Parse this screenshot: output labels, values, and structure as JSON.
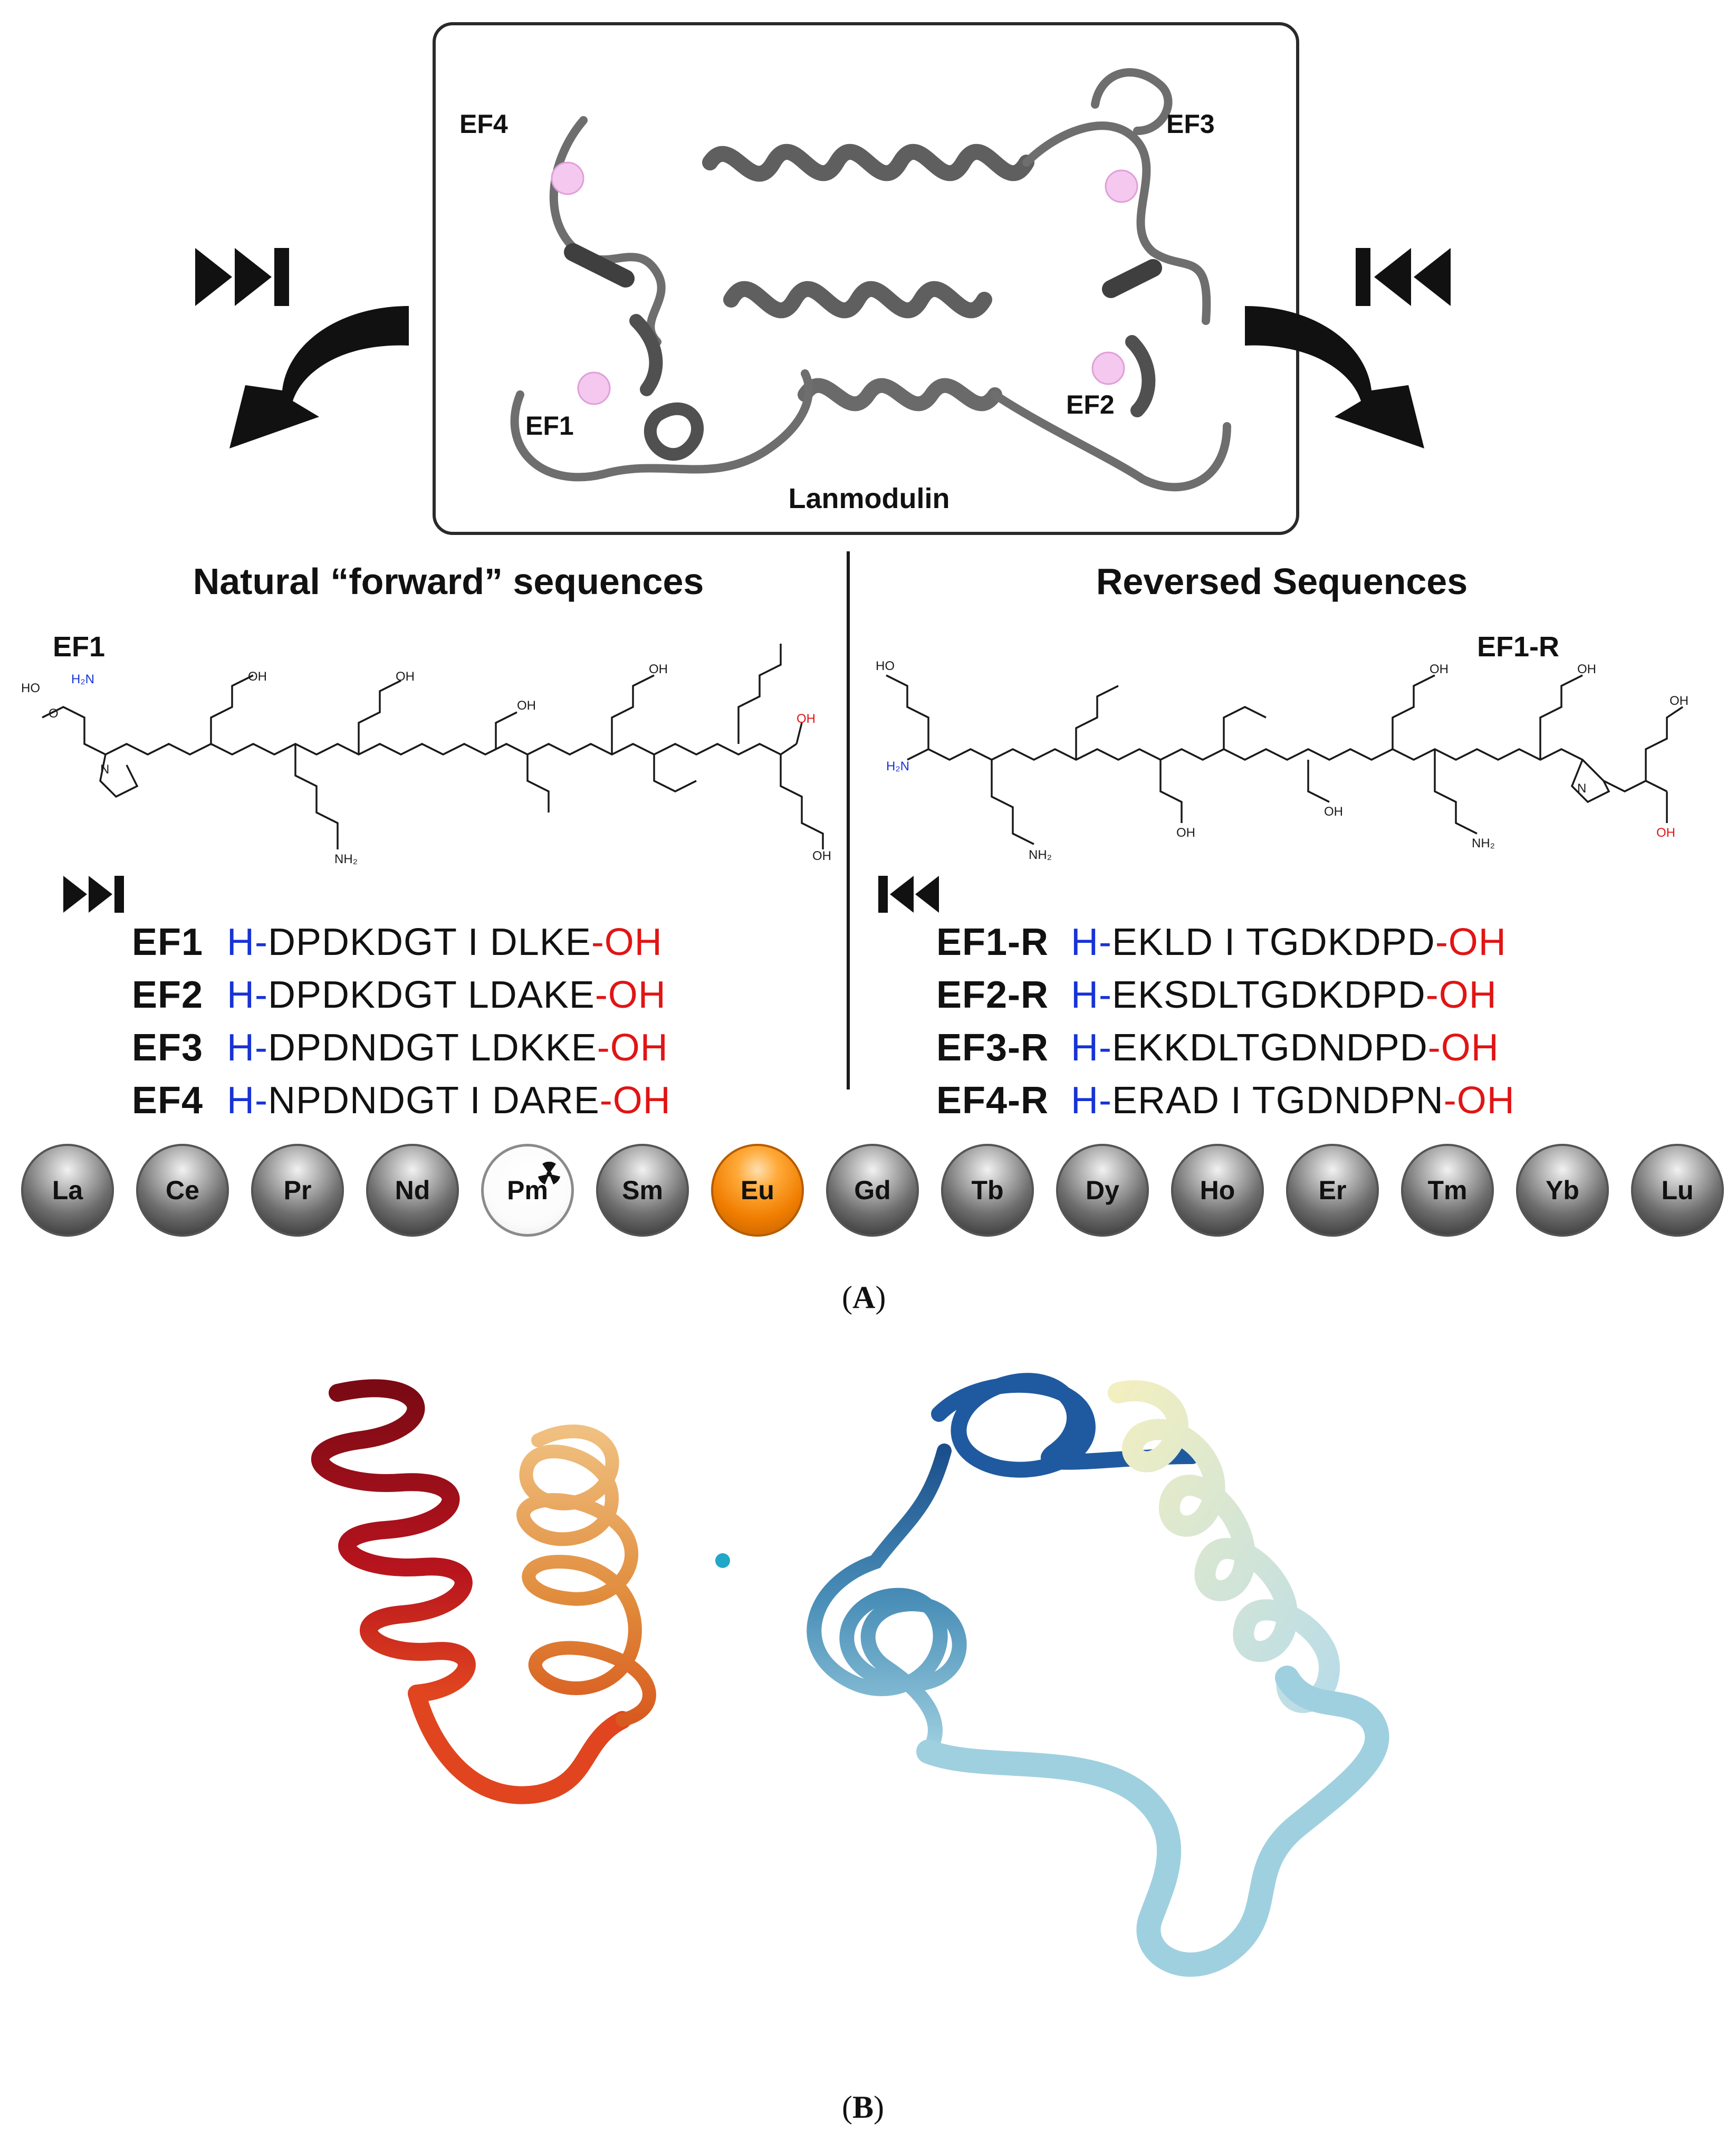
{
  "panel_a": {
    "protein_name": "Lanmodulin",
    "ef_sites": [
      "EF4",
      "EF3",
      "EF1",
      "EF2"
    ],
    "forward_heading": "Natural “forward” sequences",
    "reversed_heading": "Reversed Sequences",
    "forward_structure_label": "EF1",
    "reversed_structure_label": "EF1-R",
    "forward_icon": "fast-forward-icon",
    "reverse_icon": "rewind-icon",
    "structure_atoms": {
      "nh2": "NH₂",
      "h2n": "H₂N",
      "oh": "OH",
      "ho": "HO",
      "o": "O",
      "n": "N",
      "h": "H"
    },
    "forward_sequences": [
      {
        "name": "EF1",
        "prefix": "H-",
        "seq": "DPDKDGT I DLKE",
        "suffix": "-OH"
      },
      {
        "name": "EF2",
        "prefix": "H-",
        "seq": "DPDKDGT LDAKE",
        "suffix": "-OH"
      },
      {
        "name": "EF3",
        "prefix": "H-",
        "seq": "DPDNDGT LDKKE",
        "suffix": "-OH"
      },
      {
        "name": "EF4",
        "prefix": "H-",
        "seq": "NPDNDGT I DARE",
        "suffix": "-OH"
      }
    ],
    "reversed_sequences": [
      {
        "name": "EF1-R",
        "prefix": "H-",
        "seq": "EKLD I TGDKDPD",
        "suffix": "-OH"
      },
      {
        "name": "EF2-R",
        "prefix": "H-",
        "seq": "EKSDLTGDKDPD",
        "suffix": "-OH"
      },
      {
        "name": "EF3-R",
        "prefix": "H-",
        "seq": "EKKDLTGDNDPD",
        "suffix": "-OH"
      },
      {
        "name": "EF4-R",
        "prefix": "H-",
        "seq": "ERAD I TGDNDPN",
        "suffix": "-OH"
      }
    ],
    "lanthanides": [
      "La",
      "Ce",
      "Pr",
      "Nd",
      "Pm",
      "Sm",
      "Eu",
      "Gd",
      "Tb",
      "Dy",
      "Ho",
      "Er",
      "Tm",
      "Yb",
      "Lu"
    ],
    "highlighted_element": "Eu",
    "radioactive_element": "Pm",
    "radioactive_icon": "radiation-icon",
    "label": {
      "open": "(",
      "letter": "A",
      "close": ")"
    }
  },
  "panel_b": {
    "label": {
      "open": "(",
      "letter": "B",
      "close": ")"
    },
    "colors": {
      "left_helices": "#a0121c",
      "mid_helix": "#e08a3a",
      "right_helices": "#9fd0e0",
      "ion": "#21a7c8"
    }
  }
}
